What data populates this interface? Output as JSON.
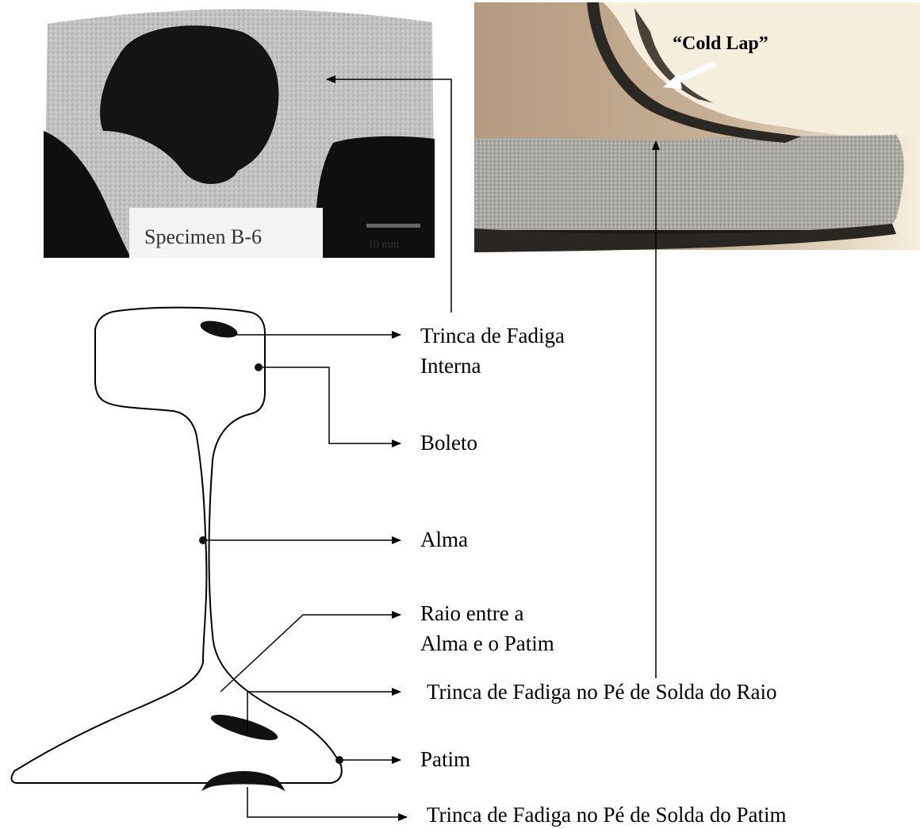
{
  "photo_left": {
    "specimen_label": "Specimen  B-6",
    "scale_bar_label": "10 mm"
  },
  "photo_right": {
    "callout": "“Cold Lap”"
  },
  "labels": {
    "internal_fatigue_crack_line1": "Trinca de Fadiga",
    "internal_fatigue_crack_line2": "Interna",
    "head": "Boleto",
    "web": "Alma",
    "radius_line1": "Raio entre a",
    "radius_line2": "Alma e o Patim",
    "weld_toe_radius": "Trinca de Fadiga no Pé de Solda do Raio",
    "foot": "Patim",
    "weld_toe_foot": "Trinca de Fadiga no Pé de Solda do Patim"
  },
  "colors": {
    "ink": "#000000",
    "photo_left_bg": "#bdbdbd",
    "photo_right_bg": "#b59a7e",
    "photo_right_bright": "#f3ecd6"
  }
}
